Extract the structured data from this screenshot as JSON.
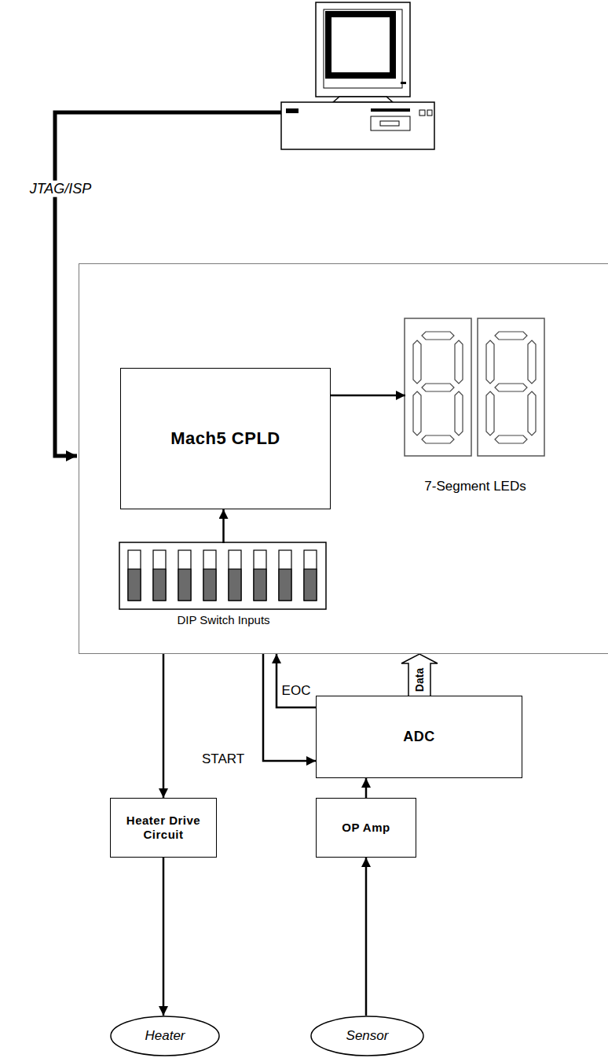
{
  "diagram": {
    "nodes": [
      {
        "text": []
      },
      {
        "text": [
          "Mach5 CPLD"
        ],
        "in": 0
      },
      {
        "text": [
          "7-Segment LEDs"
        ],
        "in": 0
      },
      {
        "text": [
          "DIP Switch Inputs"
        ],
        "in": 0
      },
      {
        "text": [
          "ADC"
        ]
      },
      {
        "text": [
          "Heater Drive Circuit"
        ]
      },
      {
        "text": [
          "OP Amp"
        ]
      },
      {
        "text": [
          "Heater"
        ]
      },
      {
        "text": [
          "Sensor"
        ]
      }
    ],
    "edges": [
      {
        "from": 1,
        "to": 2,
        "arrow": "to"
      },
      {
        "from": 3,
        "to": 1,
        "arrow": "to"
      },
      {
        "from": 0,
        "to": 5,
        "arrow": "to"
      },
      {
        "from": 0,
        "to": 4,
        "label": "START",
        "arrow": "to"
      },
      {
        "from": 4,
        "to": 0,
        "label": "EOC",
        "arrow": "to"
      },
      {
        "from": 4,
        "to": 0,
        "label": "Data",
        "arrow": "to"
      },
      {
        "from": 5,
        "to": 7,
        "arrow": "to"
      },
      {
        "from": 6,
        "to": 4,
        "arrow": "to"
      },
      {
        "from": 8,
        "to": 6,
        "arrow": "to"
      }
    ],
    "labels": [
      "JTAG/ISP"
    ]
  }
}
